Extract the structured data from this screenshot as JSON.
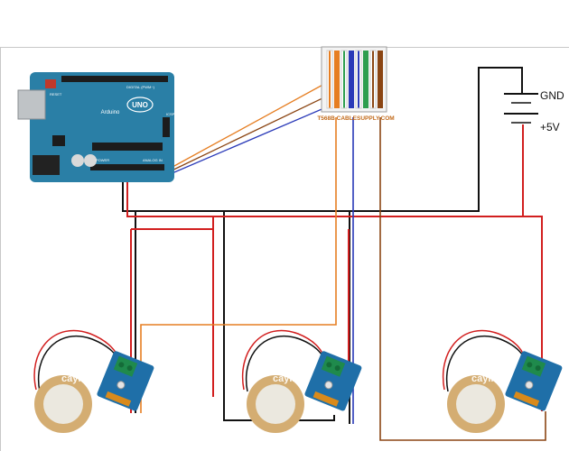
{
  "battery": {
    "gnd_label": "GND",
    "vcc_label": "+5V"
  },
  "connector": {
    "caption": "T568B CABLESUPPLY.COM"
  },
  "arduino": {
    "reset_text": "RESET",
    "digital_text": "DIGITAL (PWM~)",
    "brand_text": "UNO",
    "brand_script": "Arduino",
    "icsp_text": "ICSP",
    "power_text": "POWER",
    "analog_text": "ANALOG IN"
  },
  "sensors": [
    {
      "watermark": "cayintr"
    },
    {
      "watermark": "cayintr"
    },
    {
      "watermark": "cayintr"
    }
  ],
  "colors": {
    "arduino_board": "#2a7fa6",
    "module_board": "#1f6fa8",
    "terminal_green": "#1f8a4c",
    "piezo_outer": "#d4ad72",
    "piezo_inner": "#ebe8df",
    "wire_red": "#d21f1f",
    "wire_black": "#111111",
    "wire_orange": "#e67e22",
    "wire_blue": "#2a3ab8",
    "wire_brown": "#8b4513"
  }
}
